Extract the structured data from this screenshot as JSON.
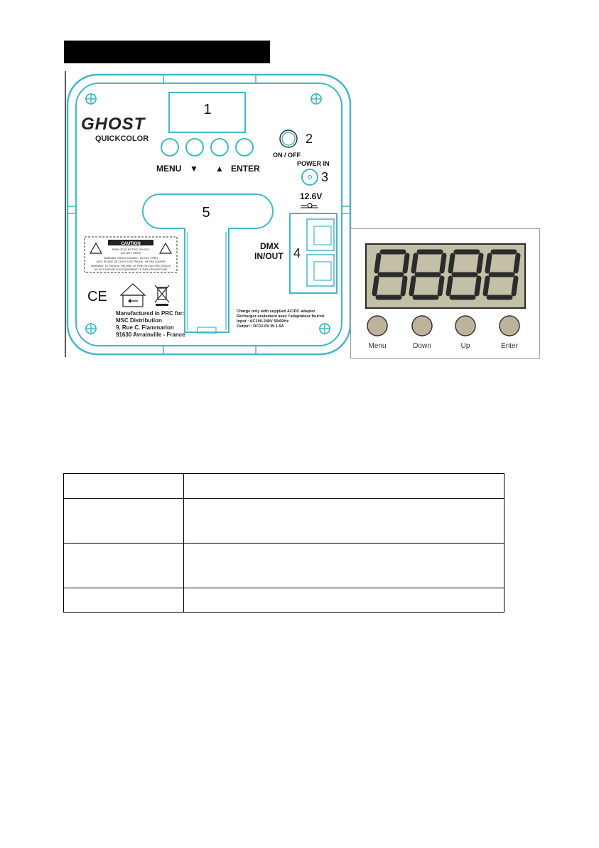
{
  "colors": {
    "panel_outline": "#42b7c9",
    "title_bar": "#000000",
    "lcd_screen": "#c4c0a8",
    "lcd_segment": "#2b2b2b",
    "button_fill": "#bdb39a"
  },
  "back_panel": {
    "brand_logo": "GHOST",
    "model": "QUICKCOLOR",
    "callouts": {
      "display": "1",
      "power_switch": "2",
      "power_in": "3",
      "dmx": "4",
      "battery_compartment": "5"
    },
    "button_labels": [
      "MENU",
      "▼",
      "▲",
      "ENTER"
    ],
    "switch_label": "ON / OFF",
    "power_in_label": "POWER IN",
    "voltage_label": "12.6V",
    "dmx_label_1": "DMX",
    "dmx_label_2": "IN/OUT",
    "caution": {
      "title": "CAUTION",
      "line1": "RISK OF ELECTRIC SHOCK",
      "line2": "DO NOT OPEN",
      "line3": "WARNING: SHOCK HAZARD - DO NOT OPEN",
      "line4": "AVIS: RISQUE DE CHOC ELECTRIQUE - NE PAS OUVRIR",
      "line5": "WARNING: TO REDUCE THE RISK OF FIRE OR ELECTRIC SHOCK",
      "line6": "DO NOT EXPOSE THIS EQUIPMENT TO RAIN OR MOISTURE"
    },
    "ce_mark": "CE",
    "manufacturer": [
      "Manufactured in PRC for:",
      "MSC Distribution",
      "9, Rue C. Flammarion",
      "91630 Avrainville - France"
    ],
    "charge_info": [
      "Charge only with supplied AC/DC adapter",
      "Recharger seulement avec l'adaptateur fournit",
      "Input : AC100-240V 50/60Hz",
      "Output : DC12.6V  IN 1.5A"
    ]
  },
  "display_panel": {
    "digits": "8888",
    "buttons": [
      "Menu",
      "Down",
      "Up",
      "Enter"
    ]
  },
  "table": {
    "rows": [
      [
        "",
        ""
      ],
      [
        "",
        ""
      ],
      [
        "",
        ""
      ],
      [
        "",
        ""
      ]
    ]
  }
}
